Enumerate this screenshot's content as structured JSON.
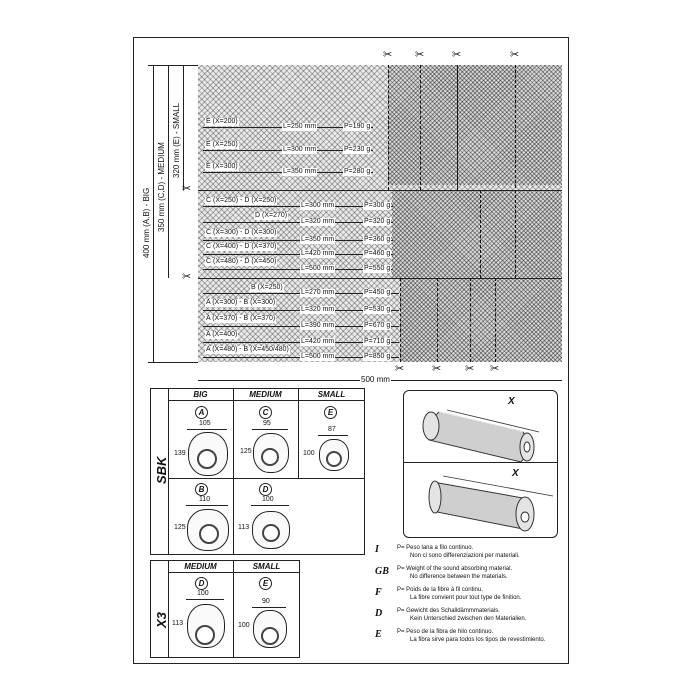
{
  "diagram": {
    "height_labels": {
      "outer": "400 mm (A,B) - BIG",
      "middle": "350 mm (C,D) - MEDIUM",
      "inner": "320 mm (E) - SMALL"
    },
    "width_label": "500 mm",
    "rows": [
      {
        "left": "E (X=200)",
        "length": "L=250 mm",
        "weight": "P=190 g"
      },
      {
        "left": "E (X=250)",
        "length": "L=300 mm",
        "weight": "P=230 g"
      },
      {
        "left": "E (X=300)",
        "length": "L=350 mm",
        "weight": "P=280 g"
      },
      {
        "left": "C (X=250) - D (X=250)",
        "length": "L=300 mm",
        "weight": "P=300 g"
      },
      {
        "left": "D (X=270)",
        "length": "L=320 mm",
        "weight": "P=320 g"
      },
      {
        "left": "C (X=300) - D (X=300)",
        "length": "L=350 mm",
        "weight": "P=360 g"
      },
      {
        "left": "C (X=400) - D (X=370)",
        "length": "L=420 mm",
        "weight": "P=460 g"
      },
      {
        "left": "C (X=480) - D (X=450)",
        "length": "L=500 mm",
        "weight": "P=550 g"
      },
      {
        "left": "B (X=250)",
        "length": "L=270 mm",
        "weight": "P=450 g"
      },
      {
        "left": "A (X=300) - B (X=300)",
        "length": "L=320 mm",
        "weight": "P=530 g"
      },
      {
        "left": "A (X=370) - B (X=370)",
        "length": "L=390 mm",
        "weight": "P=670 g"
      },
      {
        "left": "A (X=400)",
        "length": "L=420 mm",
        "weight": "P=710 g"
      },
      {
        "left": "A (X=480) - B (X=450/480)",
        "length": "L=500 mm",
        "weight": "P=850 g"
      }
    ]
  },
  "sbk": {
    "title": "SBK",
    "headers": {
      "big": "BIG",
      "medium": "MEDIUM",
      "small": "SMALL"
    },
    "cells": [
      {
        "letter": "A",
        "width": "105",
        "height": "139"
      },
      {
        "letter": "C",
        "width": "95",
        "height": "125"
      },
      {
        "letter": "E",
        "width": "87",
        "height": "100"
      },
      {
        "letter": "B",
        "width": "110",
        "height": "125"
      },
      {
        "letter": "D",
        "width": "100",
        "height": "113"
      }
    ]
  },
  "x3": {
    "title": "X3",
    "headers": {
      "medium": "MEDIUM",
      "small": "SMALL"
    },
    "cells": [
      {
        "letter": "D",
        "width": "100",
        "height": "113"
      },
      {
        "letter": "E",
        "width": "90",
        "height": "100"
      }
    ]
  },
  "muffler": {
    "x_label": "X"
  },
  "legend": [
    {
      "letter": "I",
      "line1": "P= Peso lana a filo continuo.",
      "line2": "Non ci sono differenziazioni per materiali."
    },
    {
      "letter": "GB",
      "line1": "P= Weight of the sound absorbing material.",
      "line2": "No difference between the materials."
    },
    {
      "letter": "F",
      "line1": "P= Poids de la fibre à fil continu.",
      "line2": "La fibre convient pour tout type de finition."
    },
    {
      "letter": "D",
      "line1": "P= Gewicht des Schalldämmmaterials.",
      "line2": "Kein Unterschied zwischen den Materialien."
    },
    {
      "letter": "E",
      "line1": "P= Peso de la fibra de hilo continuo.",
      "line2": "La fibra sirve para todos los tipos de revestimiento."
    }
  ]
}
